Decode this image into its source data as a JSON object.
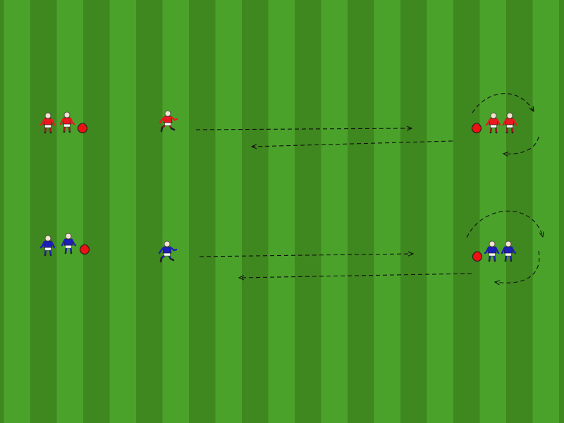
{
  "pitch": {
    "stripe_light": "#4aa22b",
    "stripe_dark": "#3f871f"
  },
  "team_colors": {
    "red": "#e8191f",
    "blue": "#1c1fb8",
    "shorts_red": "#ffffff",
    "shorts_blue": "#ffffff",
    "socks_red": "#b0161a",
    "socks_blue": "#1c1fb8"
  },
  "equipment": {
    "ball_color": "#ee1111",
    "ball_icon": "ball-icon"
  },
  "arrow_style": {
    "color": "#111111",
    "dash": "dashed"
  },
  "drill": {
    "groups": [
      {
        "team": "red",
        "label_icon": "player-icon",
        "players": 5,
        "balls": 2
      },
      {
        "team": "blue",
        "label_icon": "player-icon",
        "players": 5,
        "balls": 2
      }
    ]
  }
}
